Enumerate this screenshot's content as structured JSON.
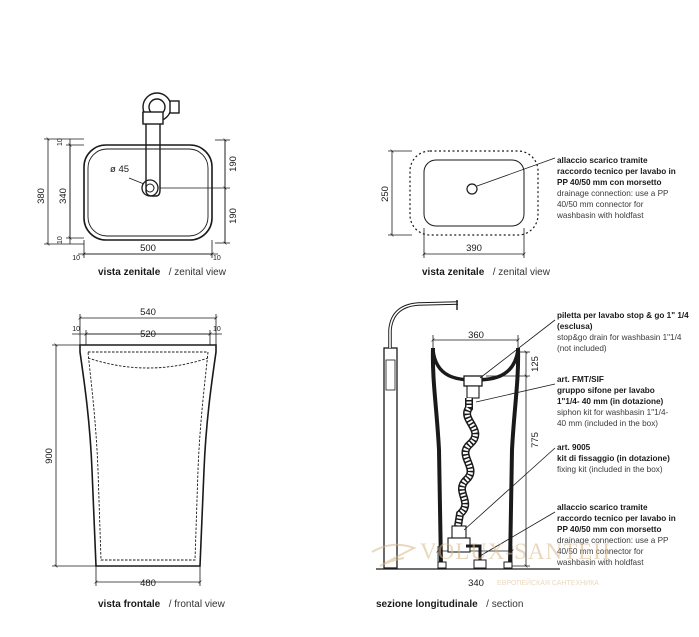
{
  "views": {
    "top_left": {
      "dim_height_total": "380",
      "dim_height_inner": "340",
      "dim_margin_top": "10",
      "dim_margin_bottom": "10",
      "dim_right_top": "190",
      "dim_right_bottom": "190",
      "dim_width": "500",
      "dim_margin_left": "10",
      "dim_margin_right": "10",
      "hole_label": "ø 45",
      "caption_bold": "vista zenitale",
      "caption_normal": "/ zenital view"
    },
    "top_right": {
      "dim_height": "250",
      "dim_width": "390",
      "caption_bold": "vista zenitale",
      "caption_normal": "/ zenital view",
      "note": {
        "bold_lines": [
          "allaccio scarico tramite",
          "raccordo tecnico per lavabo in",
          "PP 40/50 mm con morsetto"
        ],
        "normal_lines": [
          "drainage connection: use a PP",
          "40/50 mm connector for",
          "washbasin with holdfast"
        ]
      }
    },
    "front": {
      "dim_top_outer": "540",
      "dim_top_inner": "520",
      "dim_margin_left": "10",
      "dim_margin_right": "10",
      "dim_height": "900",
      "dim_base": "480",
      "caption_bold": "vista frontale",
      "caption_normal": "/ frontal view"
    },
    "section": {
      "dim_top": "360",
      "dim_125": "125",
      "dim_775": "775",
      "dim_base": "340",
      "caption_bold": "sezione longitudinale",
      "caption_normal": "/ section",
      "notes": [
        {
          "bold_lines": [
            "piletta per lavabo stop & go 1\" 1/4",
            "(esclusa)"
          ],
          "normal_lines": [
            "stop&go drain for washbasin 1\"1/4",
            "(not included)"
          ]
        },
        {
          "bold_lines": [
            "art. FMT/SIF",
            "gruppo sifone per lavabo",
            "1\"1/4- 40 mm (in dotazione)"
          ],
          "normal_lines": [
            "siphon kit for washbasin 1\"1/4-",
            "40 mm (included in the box)"
          ]
        },
        {
          "bold_lines": [
            "art. 9005",
            "kit di fissaggio (in dotazione)"
          ],
          "normal_lines": [
            "fixing kit (included in the box)"
          ]
        },
        {
          "bold_lines": [
            "allaccio scarico tramite",
            "raccordo tecnico per lavabo in",
            "PP 40/50 mm con morsetto"
          ],
          "normal_lines": [
            "drainage connection: use a PP",
            "40/50 mm connector for",
            "washbasin with holdfast"
          ]
        }
      ]
    }
  },
  "watermark": {
    "brand": "VOLUX-SANTEH",
    "tagline": "ЕВРОПЕЙСКАЯ САНТЕХНИКА"
  },
  "colors": {
    "line": "#1a1a1a",
    "body_fill": "#ffffff",
    "watermark": "#d8b98a"
  }
}
